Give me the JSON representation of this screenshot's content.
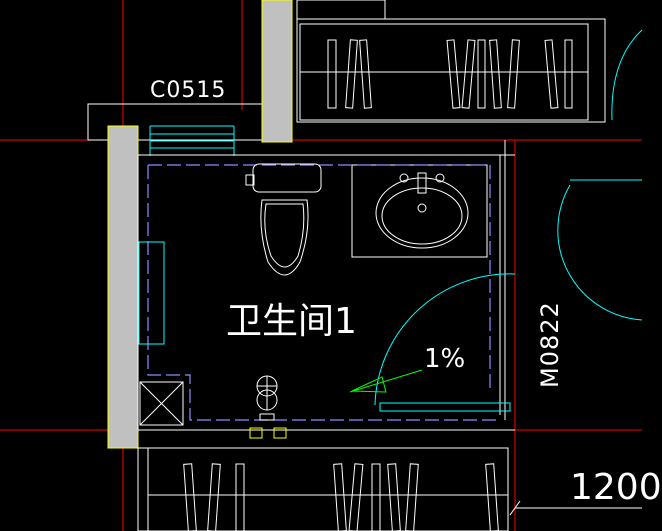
{
  "labels": {
    "window": "C0515",
    "room": "卫生间1",
    "slope": "1%",
    "door": "M0822",
    "dimension": "1200"
  },
  "colors": {
    "background": "#000000",
    "wall_outline": "#ffffff",
    "wall_fill": "#c0c0c0",
    "axis_red": "#ff0000",
    "window_cyan": "#00ffff",
    "wall_yellow": "#ffff00",
    "dashed_purple": "#8c8cff",
    "slope_green": "#00ff00",
    "fixture_white": "#ffffff"
  },
  "icons": [
    "toilet-icon",
    "washbasin-icon",
    "floor-drain-icon",
    "door-swing-icon",
    "wardrobe-icon",
    "shaft-cross-icon"
  ]
}
